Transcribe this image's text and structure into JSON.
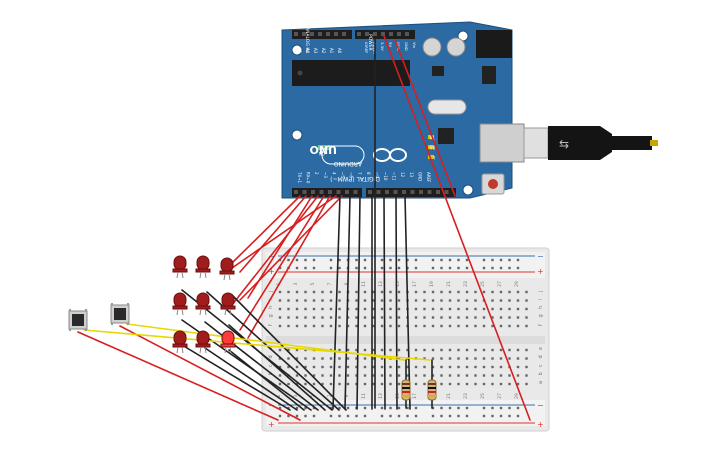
{
  "arduino": {
    "brand": "ARDUINO",
    "model": "UNO",
    "analog_label": "ANALOG IN",
    "analog_pins": [
      "A5",
      "A4",
      "A3",
      "A2",
      "A1",
      "A0"
    ],
    "power_label": "POWER",
    "power_pins": [
      "Vin",
      "GND",
      "GND",
      "5V",
      "3.3V",
      "RESET",
      "IOREF"
    ],
    "digital_label": "DIGITAL (PWM~)",
    "digital_pins": [
      "TX→1",
      "RX←0",
      "2",
      "~3",
      "4",
      "~5",
      "~6",
      "7",
      "8",
      "~9",
      "~10",
      "~11",
      "12",
      "13",
      "GND",
      "AREF"
    ],
    "led_labels": [
      "ON",
      "L",
      "TX",
      "RX"
    ],
    "colors": {
      "board": "#2b6aa3",
      "header": "#1e1e1e"
    }
  },
  "breadboard": {
    "col_numbers": [
      "1",
      "3",
      "5",
      "7",
      "9",
      "11",
      "13",
      "15",
      "17",
      "19",
      "21",
      "23",
      "25",
      "27",
      "29"
    ],
    "row_letters_top": [
      "j",
      "i",
      "h",
      "g",
      "f"
    ],
    "row_letters_bottom": [
      "e",
      "d",
      "c",
      "b",
      "a"
    ],
    "rail_plus": "+",
    "rail_minus": "−"
  },
  "components": {
    "leds": 9,
    "buttons": 2,
    "resistors": 2,
    "colors": {
      "led": "#a11d1d",
      "led_lit": "#ff3b3b",
      "wire_red": "#d81f1f",
      "wire_black": "#222222",
      "wire_yellow": "#e8d800",
      "usb_cable": "#111111"
    }
  }
}
